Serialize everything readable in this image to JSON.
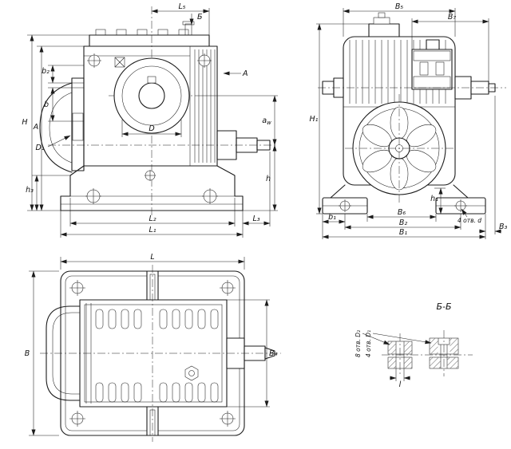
{
  "meta": {
    "ink": "#1c1c1c",
    "background": "#ffffff"
  },
  "side": {
    "L5": "L₅",
    "sect": "Б",
    "A_view": "A",
    "H": "H",
    "A": "A",
    "b2": "b₂",
    "b": "b",
    "D1": "D₁",
    "h3": "h₃",
    "D": "D",
    "aw_base": "a",
    "aw_sub": "w",
    "h": "h",
    "L2": "L₂",
    "L1": "L₁",
    "L3": "L₃"
  },
  "front": {
    "B5": "B₅",
    "B7": "B₇",
    "H1": "H₁",
    "h1": "h₁",
    "b1": "b₁",
    "B6": "B₆",
    "B2": "B₂",
    "B1": "B₁",
    "B3": "B₃",
    "holes": "4 отв. d"
  },
  "top": {
    "L": "L",
    "B": "B",
    "B4": "B₄"
  },
  "section": {
    "title": "Б-Б",
    "holes8": "8 отв. D₂",
    "holes4": "4 отв. D₁",
    "l": "l"
  }
}
